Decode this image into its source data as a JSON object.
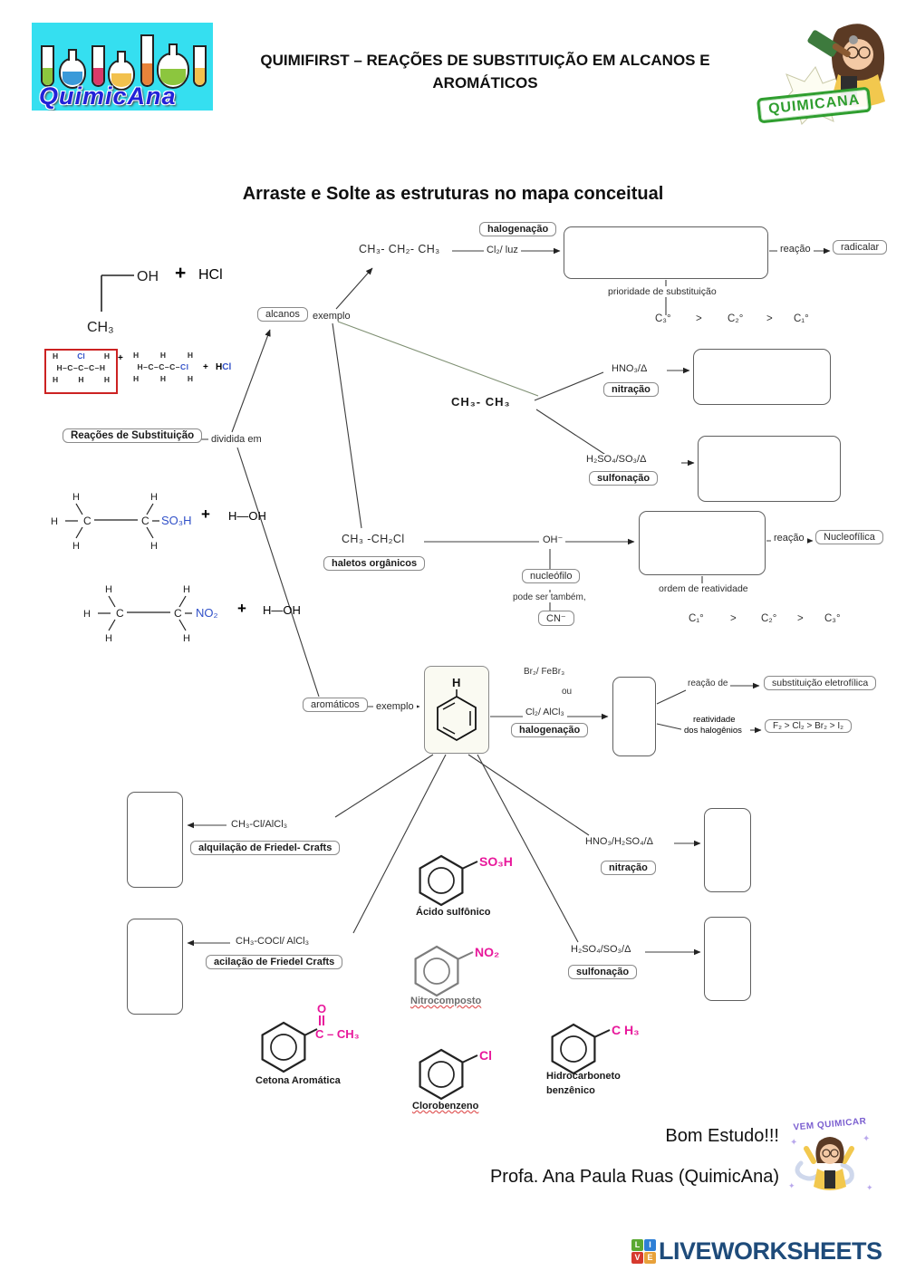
{
  "header": {
    "logo_title": "QuimicAna",
    "title_line1": "QUIMIFIRST – REAÇÕES DE SUBSTITUIÇÃO EM ALCANOS E",
    "title_line2": "AROMÁTICOS",
    "stamp_text": "QUIMICANA"
  },
  "heading": "Arraste e Solte as estruturas no mapa conceitual",
  "map": {
    "alcanos": "alcanos",
    "exemplo1": "exemplo",
    "propane": "CH₃- CH₂- CH₃",
    "cl2luz": "Cl₂/ luz",
    "halogenacao1": "halogenação",
    "reacao1": "reação",
    "radicalar": "radicalar",
    "prioridade": "prioridade de substituição",
    "c3": "C₃°",
    "gt1": ">",
    "c2": "C₂°",
    "gt2": ">",
    "c1": "C₁°",
    "etano": "CH₃-  CH₃",
    "hno3": "HNO₃/Δ",
    "nitracao1": "nitração",
    "h2so4_1": "H₂SO₄/SO₃/Δ",
    "sulfonacao1": "sulfonação",
    "reacoes_sub": "Reações de Substituição",
    "dividida": "dividida em",
    "cloroetano": "CH₃ -CH₂Cl",
    "haletos": "haletos orgânicos",
    "oh": "OH⁻",
    "reacao2": "reação",
    "nucleofilica": "Nucleofílica",
    "nucleofilo": "nucleófilo",
    "pode": "pode ser também,",
    "cn": "CN⁻",
    "ordem": "ordem de reatividade",
    "oc1": "C₁°",
    "ogt1": ">",
    "oc2": "C₂°",
    "ogt2": ">",
    "oc3": "C₃°",
    "aromaticos": "aromáticos",
    "exemplo2": "exemplo",
    "benzene_h": "H",
    "br2": "Br₂/ FeBr₃",
    "ou": "ou",
    "cl2alcl3": "Cl₂/ AlCl₃",
    "halogenacao2": "halogenação",
    "reacao_de": "reação de",
    "sub_eletro": "substituição eletrofílica",
    "reatividade": "reatividade",
    "dos_halogenios": "dos halogênios",
    "halo_order": "F₂ > Cl₂ > Br₂ > I₂",
    "ch3cl": "CH₃-Cl/AlCl₃",
    "alquilacao": "alquilação de Friedel- Crafts",
    "ch3cocl": "CH₃-COCl/ AlCl₃",
    "acilacao": "acilação de Friedel Crafts",
    "hno3h2so4": "HNO₃/H₂SO₄/Δ",
    "nitracao2": "nitração",
    "h2so4_2": "H₂SO₄/SO₃/Δ",
    "sulfonacao2": "sulfonação"
  },
  "left_structures": {
    "h": "H",
    "c": "C",
    "ethanol": {
      "oh": "OH",
      "plus": "+",
      "hcl": "HCl",
      "ch3": "CH₃"
    },
    "chloropropane": {
      "h": "H",
      "cl": "Cl",
      "chain": "H–C–C–C–H"
    },
    "product": {
      "h": "H",
      "chain": "H–C–C–C–",
      "cl": "Cl",
      "plus": "+",
      "hcl_h": "H",
      "hcl_cl": "Cl"
    },
    "sulfo": {
      "sub": "SO₃H",
      "plus": "+",
      "hoh": "H—OH"
    },
    "nitro": {
      "sub": "NO₂",
      "plus": "+",
      "hoh": "H—OH"
    }
  },
  "draggables": {
    "sulfonic": {
      "sub": "SO₃H",
      "caption": "Ácido sulfônico"
    },
    "nitro": {
      "sub": "NO₂",
      "caption": "Nitrocomposto"
    },
    "ketone": {
      "o": "O",
      "sub": "C – CH₃",
      "caption": "Cetona Aromática"
    },
    "chloro": {
      "sub": "Cl",
      "caption": "Clorobenzeno"
    },
    "hydrocarbon": {
      "sub": "C H₃",
      "caption1": "Hidrocarboneto",
      "caption2": "benzênico"
    }
  },
  "footer": {
    "bom": "Bom Estudo!!!",
    "profa": "Profa. Ana Paula Ruas (QuimicAna)",
    "sticker": "VEM QUIMICAR",
    "lw_l": "L",
    "lw_i": "I",
    "lw_v": "V",
    "lw_e": "E",
    "lw_word": "LIVEWORKSHEETS"
  },
  "colors": {
    "accent_blue": "#3050c8",
    "magenta": "#e8189b",
    "red_box": "#cc2222",
    "stamp_green": "#2f9e2f",
    "logo_cyan": "#35dff0",
    "lw_navy": "#1e4b7a",
    "sticker_purple": "#7b5fd0",
    "line_gray": "#3c3c3c",
    "line_olive": "#7e8f72"
  }
}
